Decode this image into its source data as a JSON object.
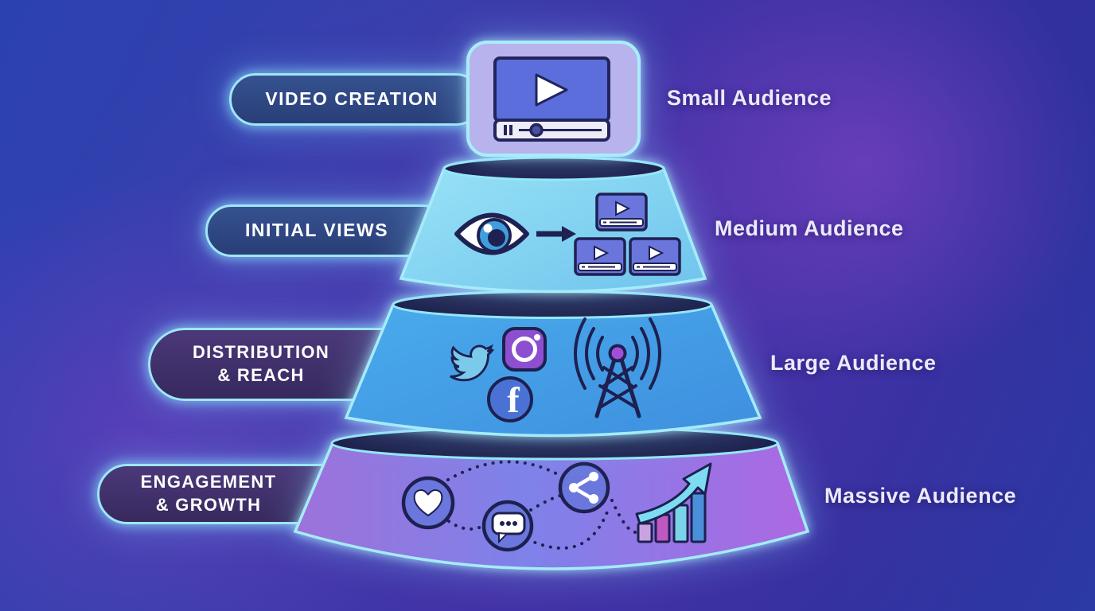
{
  "diagram": {
    "type": "funnel",
    "stages": [
      {
        "id": "video-creation",
        "label_lines": [
          "VIDEO CREATION"
        ],
        "audience": "Small Audience",
        "icon_names": [
          "video-player-icon"
        ]
      },
      {
        "id": "initial-views",
        "label_lines": [
          "INITIAL VIEWS"
        ],
        "audience": "Medium Audience",
        "icon_names": [
          "eye-icon",
          "arrow-right-icon",
          "video-thumbnail-icon"
        ]
      },
      {
        "id": "distribution-reach",
        "label_lines": [
          "DISTRIBUTION",
          "& REACH"
        ],
        "audience": "Large Audience",
        "icon_names": [
          "twitter-icon",
          "instagram-icon",
          "facebook-icon",
          "broadcast-tower-icon"
        ]
      },
      {
        "id": "engagement-growth",
        "label_lines": [
          "ENGAGEMENT",
          "& GROWTH"
        ],
        "audience": "Massive Audience",
        "icon_names": [
          "heart-icon",
          "comment-icon",
          "share-icon",
          "growth-chart-icon"
        ]
      }
    ],
    "icons": {
      "facebook_letter": "f"
    },
    "colors": {
      "background_blue": "#2c41b0",
      "background_purple": "#7a44bb",
      "glow_cyan": "#9fe7f7",
      "pill_blue": "#2e4a8d",
      "pill_purple": "#45326f",
      "tier_top_card": "#b8b3ec",
      "tier_initial_views": "#84d5f1",
      "tier_distribution": "#459fe6",
      "tier_engagement_left": "#9d72da",
      "tier_engagement_right": "#ad68e2",
      "dark_navy": "#1c1e4a",
      "text_light": "#ece9fb"
    }
  }
}
